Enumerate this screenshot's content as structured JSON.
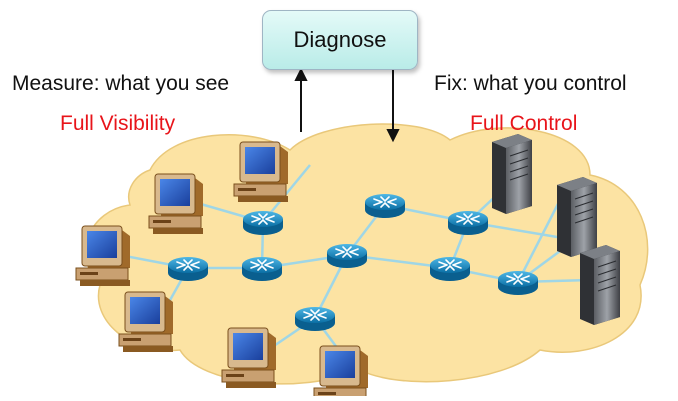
{
  "diagnose_label": "Diagnose",
  "measure_label": "Measure: what you see",
  "visibility_label": "Full Visibility",
  "fix_label": "Fix: what you control",
  "control_label": "Full Control",
  "colors": {
    "cloud_fill": "#fce3a3",
    "highlight_red": "#e8141a",
    "router_blue": "#1d8fc4",
    "link": "#9fd6e6"
  },
  "icons": [
    "desktop-computer-icon",
    "router-icon",
    "server-tower-icon"
  ]
}
